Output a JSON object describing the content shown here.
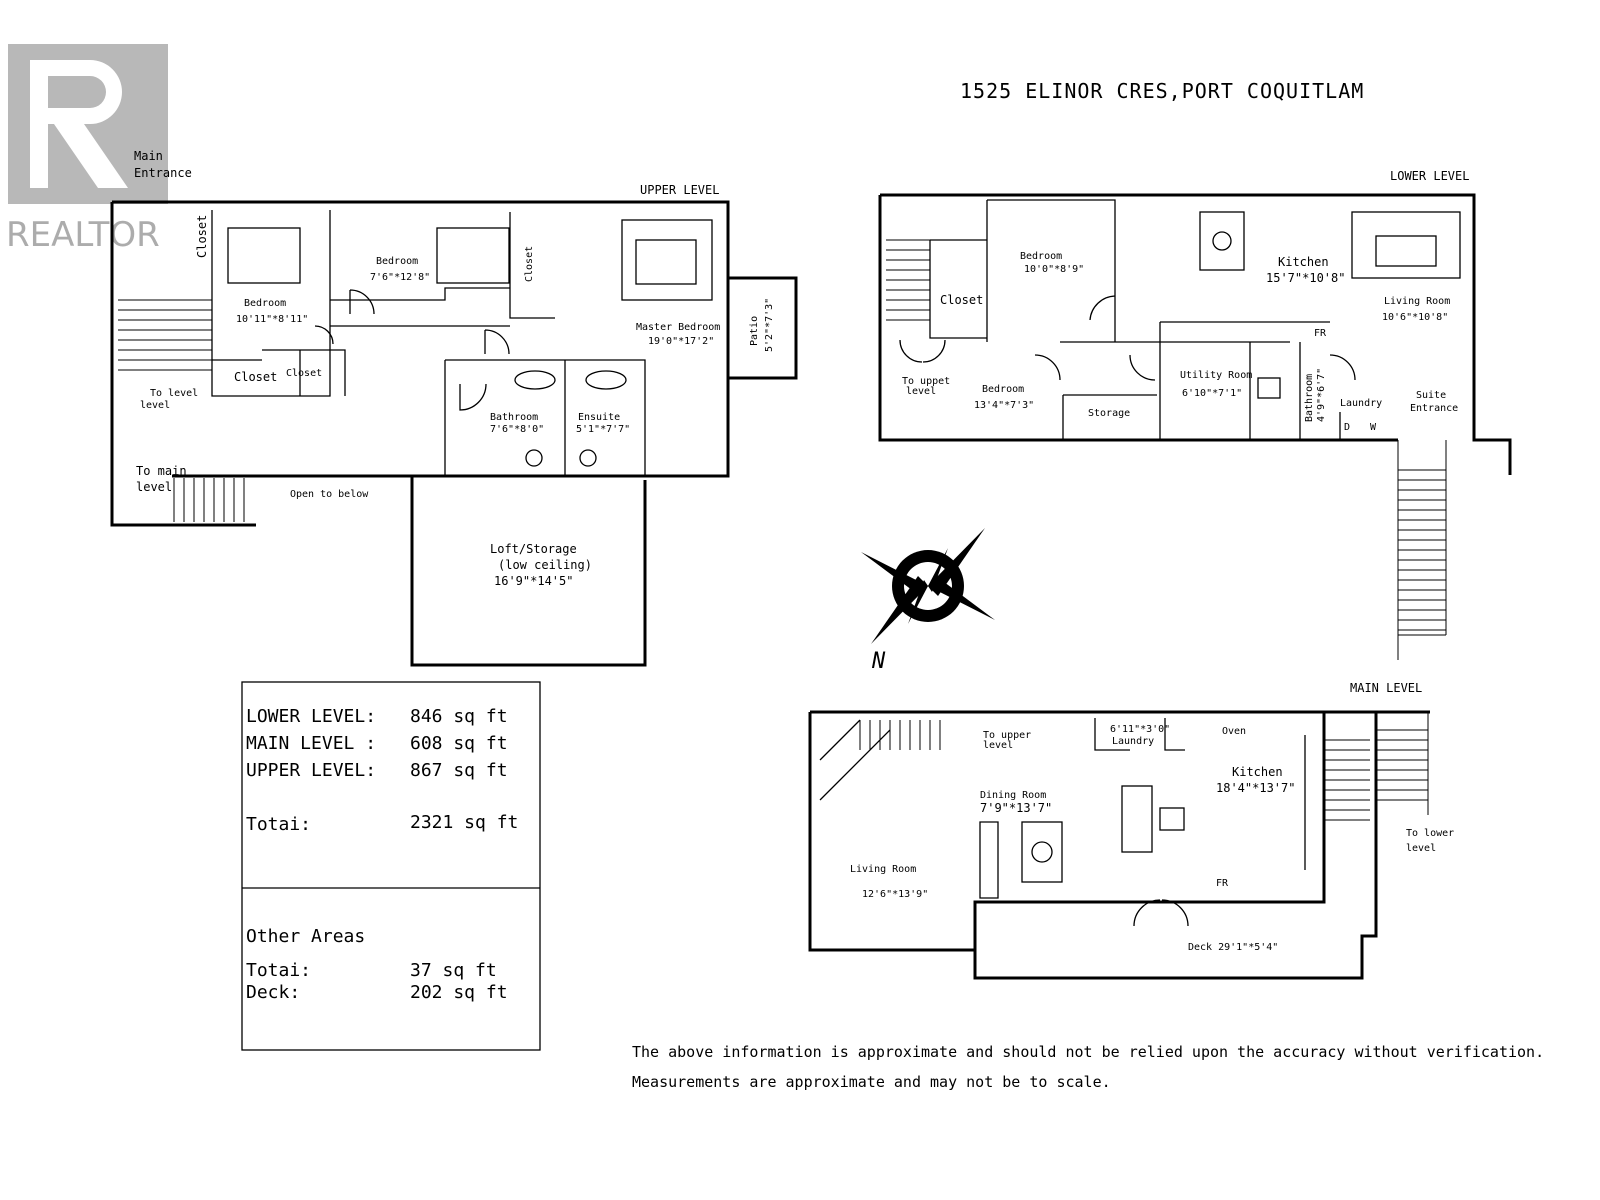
{
  "watermark": {
    "brand": "REALTOR"
  },
  "title": "1525 ELINOR CRES,PORT COQUITLAM",
  "upper": {
    "heading": "UPPER    LEVEL",
    "main_entrance": [
      "Main",
      "Entrance"
    ],
    "closet_v": "Closet",
    "bedroom1": {
      "name": "Bedroom",
      "dims": "10'11\"*8'11\""
    },
    "bedroom2": {
      "name": "Bedroom",
      "dims": "7'6\"*12'8\""
    },
    "closet_small": "Closet",
    "closet_a": "Closet",
    "closet_b": "Closet",
    "master": {
      "name": "Master Bedroom",
      "dims": "19'0\"*17'2\""
    },
    "patio": {
      "name": "Patio",
      "dims": "5'2\"*7'3\""
    },
    "bathroom": {
      "name": "Bathroom",
      "dims": "7'6\"*8'0\""
    },
    "ensuite": {
      "name": "Ensuite",
      "dims": "5'1\"*7'7\""
    },
    "to_level": [
      "To level",
      "level"
    ],
    "to_main": [
      "To main",
      "level"
    ],
    "open_below": "Open to below",
    "loft": {
      "name": "Loft/Storage",
      "note": "(low ceiling)",
      "dims": "16'9\"*14'5\""
    }
  },
  "lower": {
    "heading": "LOWER    LEVEL",
    "bedroom1": {
      "name": "Bedroom",
      "dims": "10'0\"*8'9\""
    },
    "kitchen": {
      "name": "Kitchen",
      "dims": "15'7\"*10'8\""
    },
    "living": {
      "name": "Living Room",
      "dims": "10'6\"*10'8\""
    },
    "closet": "Closet",
    "fridge": "FR",
    "to_upper": [
      "To uppet",
      "level"
    ],
    "bedroom2": {
      "name": "Bedroom",
      "dims": "13'4\"*7'3\""
    },
    "storage": "Storage",
    "utility": {
      "name": "Utility Room",
      "dims": "6'10\"*7'1\""
    },
    "bathroom": {
      "name": "Bathroom",
      "dims": "4'9\"*6'7\""
    },
    "laundry": "Laundry",
    "dryer": "D",
    "washer": "W",
    "suite_entrance": [
      "Suite",
      "Entrance"
    ]
  },
  "compass": {
    "north": "N"
  },
  "main": {
    "heading": "MAIN    LEVEL",
    "to_upper": [
      "To upper",
      "level"
    ],
    "laundry": {
      "dims": "6'11\"*3'0\"",
      "name": "Laundry"
    },
    "oven": "Oven",
    "kitchen": {
      "name": "Kitchen",
      "dims": "18'4\"*13'7\""
    },
    "dining": {
      "name": "Dining Room",
      "dims": "7'9\"*13'7\""
    },
    "living": {
      "name": "Living Room",
      "dims": "12'6\"*13'9\""
    },
    "to_lower": [
      "To lower",
      "level"
    ],
    "fridge": "FR",
    "deck": "Deck 29'1\"*5'4\""
  },
  "areas": {
    "rows": [
      {
        "label": "LOWER   LEVEL:",
        "value": "846 sq  ft"
      },
      {
        "label": "MAIN   LEVEL :",
        "value": "608 sq  ft"
      },
      {
        "label": "UPPER   LEVEL:",
        "value": "867 sq  ft"
      }
    ],
    "total_label": "Totai:",
    "total_value": "2321 sq   ft",
    "other_title": "Other Areas",
    "other_rows": [
      {
        "label": "Totai:",
        "value": "37 sq   ft"
      },
      {
        "label": "Deck:",
        "value": "202 sq  ft"
      }
    ]
  },
  "disclaimer": [
    "The above information is approximate and should not be relied upon the accuracy without verification.",
    "Measurements are approximate and may not be to scale."
  ]
}
